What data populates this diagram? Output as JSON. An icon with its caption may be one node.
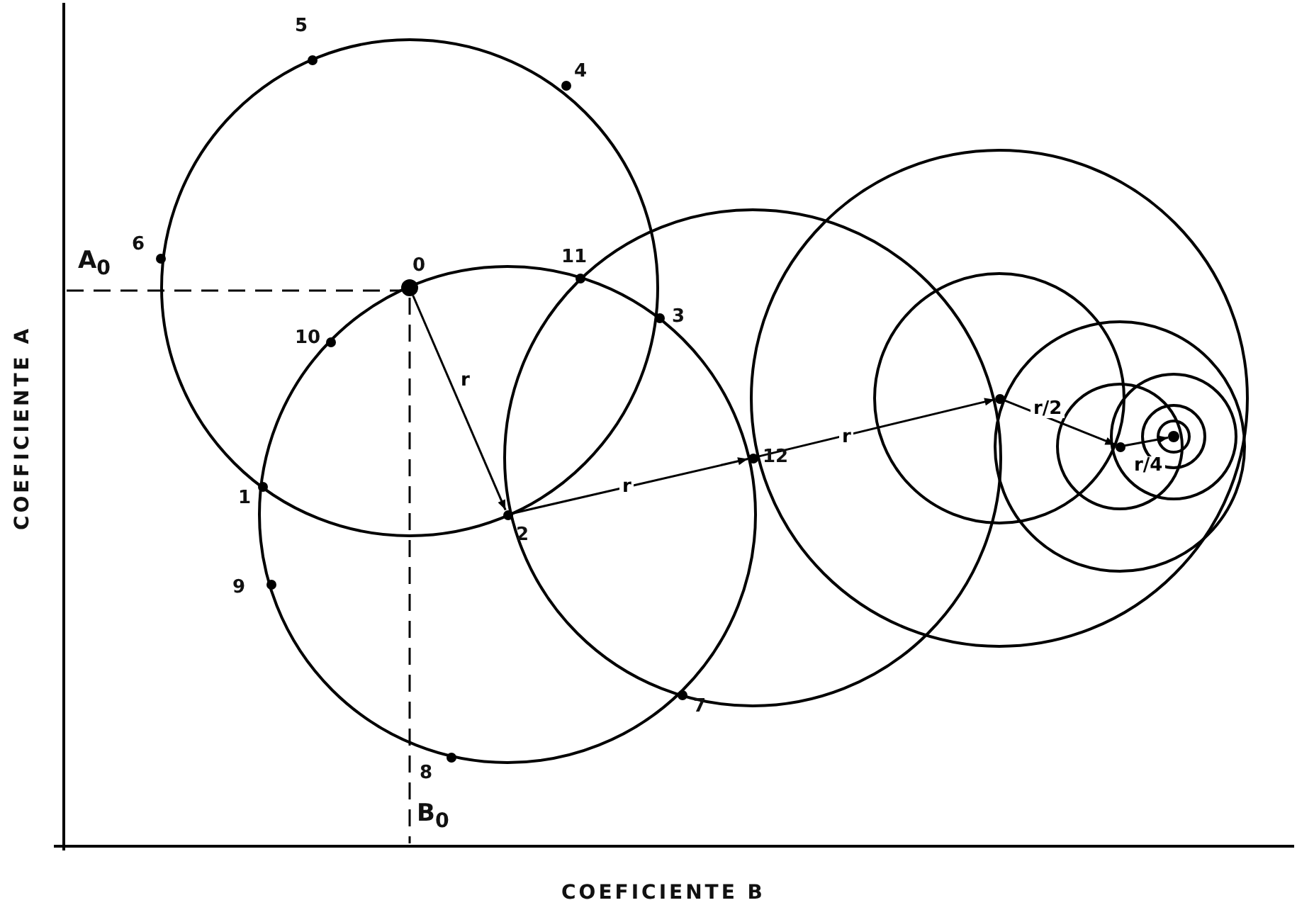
{
  "diagram": {
    "nodes": [
      {
        "text": [],
        "shape": "circle",
        "beside": [
          "5"
        ]
      },
      {
        "text": [],
        "shape": "circle",
        "beside": [
          "4"
        ]
      },
      {
        "text": [],
        "shape": "circle",
        "beside": [
          "6"
        ]
      },
      {
        "text": [],
        "shape": "circle",
        "beside": [
          "0"
        ]
      },
      {
        "text": [],
        "shape": "circle",
        "beside": [
          "11"
        ]
      },
      {
        "text": [],
        "shape": "circle",
        "beside": [
          "3"
        ]
      },
      {
        "text": [],
        "shape": "circle",
        "beside": [
          "10"
        ]
      },
      {
        "text": [],
        "shape": "circle"
      },
      {
        "text": [],
        "shape": "circle"
      },
      {
        "text": [],
        "shape": "circle"
      },
      {
        "text": [],
        "shape": "circle",
        "beside": [
          "12"
        ]
      },
      {
        "text": [],
        "shape": "circle",
        "beside": [
          "1"
        ]
      },
      {
        "text": [],
        "shape": "circle",
        "beside": [
          "2"
        ]
      },
      {
        "text": [],
        "shape": "circle",
        "beside": [
          "9"
        ]
      },
      {
        "text": [],
        "shape": "circle",
        "beside": [
          "7"
        ]
      },
      {
        "text": [],
        "shape": "circle",
        "beside": [
          "8"
        ]
      }
    ],
    "edges": [
      {
        "from": 3,
        "to": 12,
        "arrow": "to",
        "label": "r"
      },
      {
        "from": 12,
        "to": 10,
        "arrow": "to",
        "label": "r"
      },
      {
        "from": 10,
        "to": 7,
        "arrow": "to",
        "label": "r"
      },
      {
        "from": 7,
        "to": 9,
        "arrow": "to",
        "label": "r/2"
      },
      {
        "from": 9,
        "to": 8,
        "arrow": "to",
        "label": "r/4"
      }
    ],
    "labels": [
      "A$_{0}$",
      "COEFICIENTE A",
      "B$_{0}$",
      "COEFICIENTE B"
    ]
  }
}
